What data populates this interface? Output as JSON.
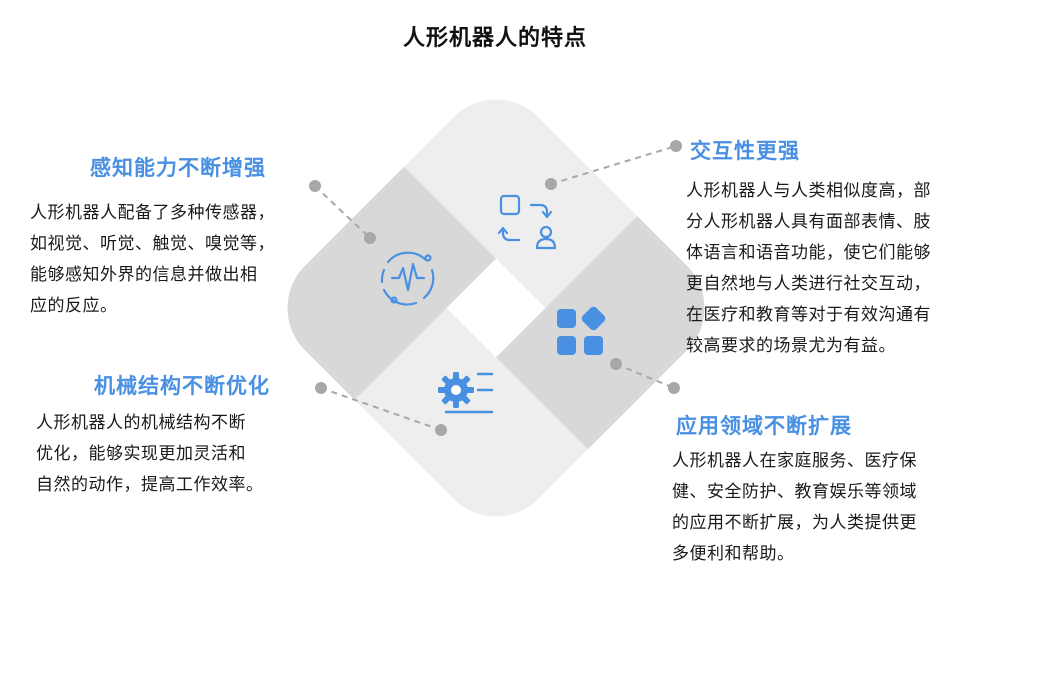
{
  "title": "人形机器人的特点",
  "colors": {
    "accent": "#4a90e2",
    "tile_light": "#eeeeee",
    "tile_dark": "#d8d8d8",
    "connector": "#a8a8a8"
  },
  "features": [
    {
      "heading": "感知能力不断增强",
      "icon": "waveform-sensor-icon",
      "lines": [
        "人形机器人配备了多种传感器，",
        "如视觉、听觉、触觉、嗅觉等，",
        "能够感知外界的信息并做出相",
        "应的反应。"
      ]
    },
    {
      "heading": "交互性更强",
      "icon": "interaction-cycle-icon",
      "lines": [
        "人形机器人与人类相似度高，部",
        "分人形机器人具有面部表情、肢",
        "体语言和语音功能，使它们能够",
        "更自然地与人类进行社交互动，",
        "在医疗和教育等对于有效沟通有",
        "较高要求的场景尤为有益。"
      ]
    },
    {
      "heading": "机械结构不断优化",
      "icon": "gear-settings-icon",
      "lines": [
        "人形机器人的机械结构不断",
        "优化，能够实现更加灵活和",
        "自然的动作，提高工作效率。"
      ]
    },
    {
      "heading": "应用领域不断扩展",
      "icon": "apps-grid-icon",
      "lines": [
        "人形机器人在家庭服务、医疗保",
        "健、安全防护、教育娱乐等领域",
        "的应用不断扩展，为人类提供更",
        "多便利和帮助。"
      ]
    }
  ]
}
